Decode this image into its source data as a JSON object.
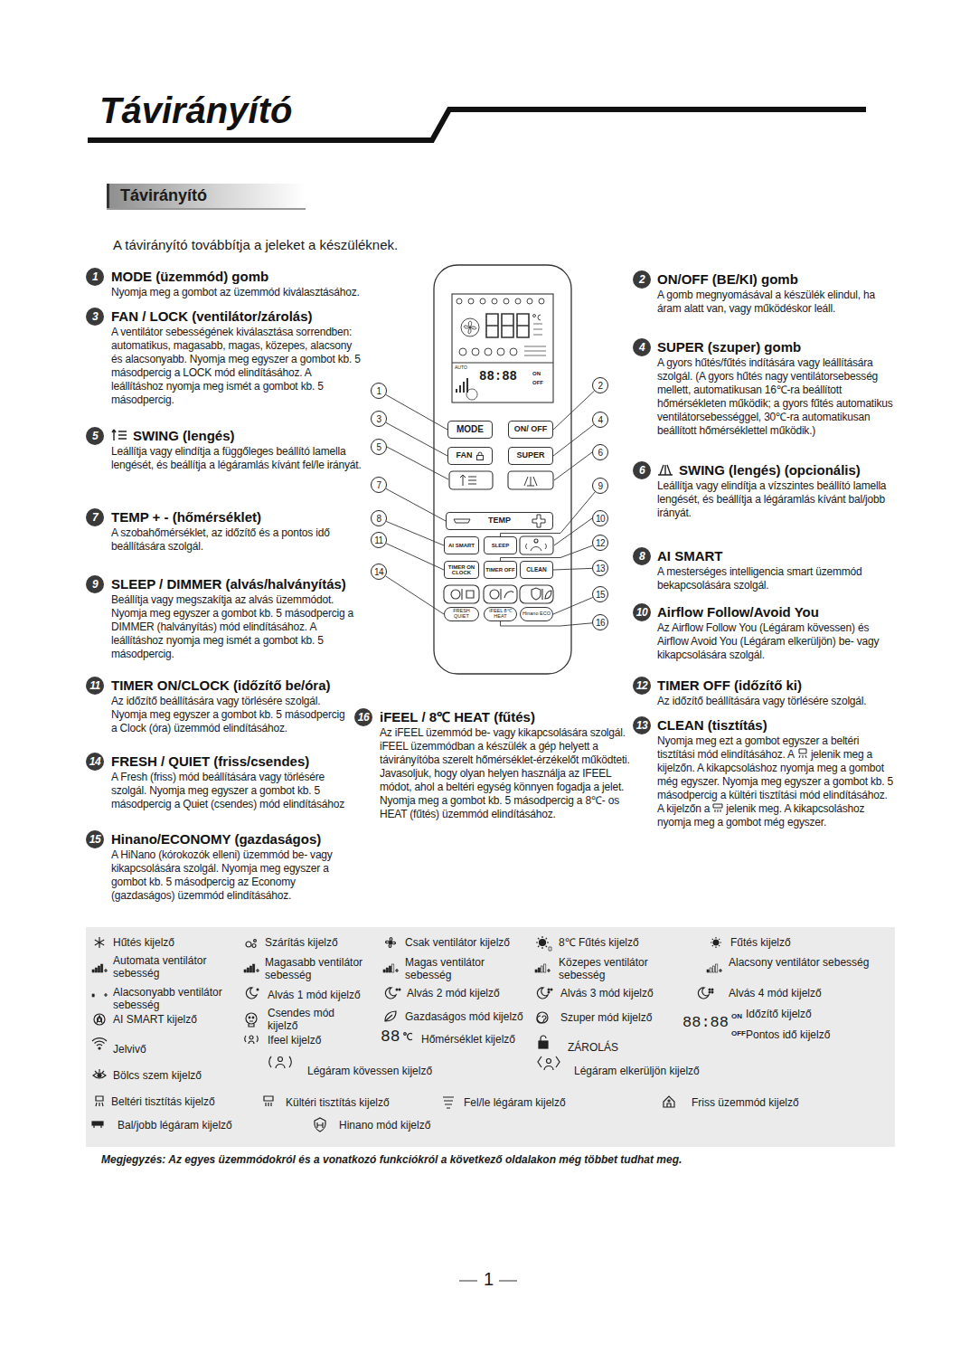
{
  "diagram": {
    "title": "Távirányító",
    "nodes": [
      {
        "text": [
          "Távirányító"
        ]
      },
      {
        "text": [
          "1"
        ]
      },
      {
        "text": [
          "2"
        ]
      },
      {
        "text": [
          "3"
        ]
      },
      {
        "text": [
          "4"
        ]
      },
      {
        "text": [
          "5"
        ]
      },
      {
        "text": [
          "6"
        ]
      },
      {
        "text": [
          "7"
        ]
      },
      {
        "text": [
          "8"
        ]
      },
      {
        "text": [
          "9"
        ]
      },
      {
        "text": [
          "10"
        ]
      },
      {
        "text": [
          "11"
        ]
      },
      {
        "text": [
          "12"
        ]
      },
      {
        "text": [
          "13"
        ]
      },
      {
        "text": [
          "14"
        ]
      },
      {
        "text": [
          "15"
        ]
      },
      {
        "text": [
          "16"
        ]
      },
      {
        "text": [
          "MODE"
        ]
      },
      {
        "text": [
          "ON/ OFF"
        ]
      },
      {
        "text": [
          "FAN"
        ]
      },
      {
        "text": [
          "SUPER"
        ]
      },
      {
        "text": [
          "TEMP"
        ]
      },
      {
        "text": [
          "AI SMART"
        ]
      },
      {
        "text": [
          "SLEEP"
        ]
      },
      {
        "text": [
          "TIMER ON CLOCK"
        ]
      },
      {
        "text": [
          "TIMER OFF"
        ]
      },
      {
        "text": [
          "CLEAN"
        ]
      },
      {
        "text": [
          "FRESH QUIET"
        ]
      },
      {
        "text": [
          "iFEEL 8℃ HEAT"
        ]
      },
      {
        "text": [
          "Hinano ECO"
        ]
      },
      {
        "text": [
          "1"
        ]
      },
      {
        "text": [
          "2"
        ]
      },
      {
        "text": [
          "3"
        ]
      },
      {
        "text": [
          "4"
        ]
      },
      {
        "text": [
          "5"
        ]
      },
      {
        "text": [
          "6"
        ]
      },
      {
        "text": [
          "7"
        ]
      },
      {
        "text": [
          "8"
        ]
      },
      {
        "text": [
          "9"
        ]
      },
      {
        "text": [
          "10"
        ]
      },
      {
        "text": [
          "11"
        ]
      },
      {
        "text": [
          "12"
        ]
      },
      {
        "text": [
          "13"
        ]
      },
      {
        "text": [
          "14"
        ]
      },
      {
        "text": [
          "15"
        ]
      },
      {
        "text": [
          "16"
        ]
      }
    ],
    "edges": [
      {
        "from": 30,
        "to": 17,
        "arrow": "none"
      },
      {
        "from": 31,
        "to": 18,
        "arrow": "none"
      },
      {
        "from": 32,
        "to": 19,
        "arrow": "none"
      },
      {
        "from": 33,
        "to": 20,
        "arrow": "none"
      },
      {
        "from": 36,
        "to": 21,
        "arrow": "none"
      },
      {
        "from": 37,
        "to": 22,
        "arrow": "none"
      },
      {
        "from": 38,
        "to": 23,
        "arrow": "none"
      },
      {
        "from": 40,
        "to": 24,
        "arrow": "none"
      },
      {
        "from": 41,
        "to": 25,
        "arrow": "none"
      },
      {
        "from": 42,
        "to": 26,
        "arrow": "none"
      },
      {
        "from": 43,
        "to": 27,
        "arrow": "none"
      },
      {
        "from": 44,
        "to": 29,
        "arrow": "none"
      },
      {
        "from": 45,
        "to": 28,
        "arrow": "none"
      }
    ],
    "labels": [
      "A távirányító továbbítja a jeleket a készüléknek.",
      "MODE (üzemmód) gomb",
      "Nyomja meg a gombot az üzemmód kiválasztásához.",
      "ON/OFF (BE/KI) gomb",
      "A gomb megnyomásával a készülék elindul, ha áram alatt van, vagy működéskor leáll.",
      "FAN / LOCK (ventilátor/zárolás)",
      "A ventilátor sebességének kiválasztása sorrendben: automatikus, magasabb, magas, közepes, alacsony és alacsonyabb. Nyomja meg egyszer a gombot kb. 5 másodpercig a LOCK mód elindításához. A leállításhoz nyomja meg ismét a gombot kb. 5 másodpercig.",
      "SUPER (szuper) gomb",
      "A gyors hűtés/fűtés indítására vagy leállítására szolgál. (A gyors hűtés nagy ventilátorsebesség mellett, automatikusan 16℃-ra beállított hőmérsékleten működik; a gyors fűtés automatikus ventilátorsebességgel, 30℃-ra automatikusan beállított hőmérséklettel működik.)",
      "SWING (lengés)",
      "Leállítja vagy elindítja a függőleges beállító lamella lengését, és beállítja a légáramlás kívánt fel/le irányát.",
      "SWING (lengés) (opcionális)",
      "Leállítja vagy elindítja a vízszintes beállító lamella lengését, és beállítja a légáramlás kívánt bal/jobb irányát.",
      "TEMP + - (hőmérséklet)",
      "A szobahőmérséklet, az időzítő és a pontos idő beállítására szolgál.",
      "AI SMART",
      "A mesterséges intelligencia smart üzemmód bekapcsolására szolgál.",
      "SLEEP / DIMMER (alvás/halványítás)",
      "Beállítja vagy megszakítja az alvás üzemmódot. Nyomja meg egyszer a gombot kb. 5 másodpercig a DIMMER (halványítás) mód elindításához. A leállításhoz nyomja meg ismét a gombot kb. 5 másodpercig.",
      "Airflow Follow/Avoid You",
      "Az Airflow Follow You (Légáram kövessen) és Airflow Avoid You (Légáram elkerüljön) be- vagy kikapcsolására szolgál.",
      "TIMER ON/CLOCK (időzítő be/óra)",
      "Az időzítő beállítására vagy törlésére szolgál. Nyomja meg egyszer a gombot kb. 5 másodpercig a Clock (óra) üzemmód elindításához.",
      "TIMER OFF (időzítő ki)",
      "Az időzítő beállítására vagy törlésére szolgál.",
      "CLEAN (tisztítás)",
      "Nyomja meg ezt a gombot egyszer a beltéri tisztítási mód elindításához. A",
      "jelenik meg a kijelzőn. A kikapcsoláshoz nyomja meg a gombot még egyszer. Nyomja meg egyszer a gombot kb. 5 másodpercig a kültéri tisztítási mód elindításához. A kijelzőn a",
      "jelenik meg. A kikapcsoláshoz nyomja meg a gombot még egyszer.",
      "FRESH / QUIET (friss/csendes)",
      "A Fresh (friss) mód beállítására vagy törlésére szolgál. Nyomja meg egyszer a gombot kb. 5 másodpercig a Quiet (csendes) mód elindításához",
      "Hinano/ECONOMY (gazdaságos)",
      "A HiNano (kórokozók elleni) üzemmód be- vagy kikapcsolására szolgál. Nyomja meg egyszer a gombot kb. 5 másodpercig az Economy (gazdaságos) üzemmód elindításához.",
      "iFEEL / 8℃ HEAT (fűtés)",
      "Az iFEEL üzemmód be- vagy kikapcsolására szolgál. iFEEL üzemmódban a készülék a gép helyett a távirányítóba szerelt hőmérséklet-érzékelőt működteti. Javasoljuk, hogy olyan helyen használja az IFEEL módot, ahol a beltéri egység könnyen fogadja a jelet. Nyomja meg a gombot kb. 5 másodpercig a 8℃- os HEAT (fűtés) üzemmód elindításához.",
      "AUTO",
      "88:88",
      "ON",
      "OFF",
      "88:88",
      "ON",
      "OFF",
      "88",
      "Megjegyzés: Az egyes üzemmódokról és a vonatkozó funkciókról a következő oldalakon még többet tudhat meg.",
      "1"
    ],
    "legend": [
      {
        "text": "Hűtés kijelző"
      },
      {
        "text": "Szárítás kijelző"
      },
      {
        "text": "Csak ventilátor kijelző"
      },
      {
        "text": "8℃ Fűtés kijelző"
      },
      {
        "text": "Fűtés kijelző"
      },
      {
        "text": "Automata ventilátor sebesség"
      },
      {
        "text": "Magasabb ventilátor sebesség"
      },
      {
        "text": "Magas ventilátor sebesség"
      },
      {
        "text": "Közepes ventilátor sebesség"
      },
      {
        "text": "Alacsony ventilátor sebesség"
      },
      {
        "text": "Alacsonyabb ventilátor sebesség"
      },
      {
        "text": "Alvás 1 mód kijelző"
      },
      {
        "text": "Alvás 2 mód kijelző"
      },
      {
        "text": "Alvás 3 mód kijelző"
      },
      {
        "text": "Alvás 4 mód kijelző"
      },
      {
        "text": "AI SMART kijelző"
      },
      {
        "text": "Csendes mód kijelző"
      },
      {
        "text": "Gazdaságos mód kijelző"
      },
      {
        "text": "Szuper mód kijelző"
      },
      {
        "text": "Időzítő kijelző"
      },
      {
        "text": "Jelvivő"
      },
      {
        "text": "Ifeel kijelző"
      },
      {
        "text": "Hőmérséklet kijelző"
      },
      {
        "text": "ZÁROLÁS"
      },
      {
        "text": "Pontos idő kijelző"
      },
      {
        "text": "Bölcs szem kijelző"
      },
      {
        "text": "Légáram kövessen kijelző"
      },
      {
        "text": "Légáram elkerüljön kijelző"
      },
      {
        "text": "Beltéri tisztítás kijelző"
      },
      {
        "text": "Kültéri tisztítás kijelző"
      },
      {
        "text": "Fel/le légáram kijelző"
      },
      {
        "text": "Friss üzemmód kijelző"
      },
      {
        "text": "Bal/jobb légáram kijelző"
      },
      {
        "text": "Hinano mód kijelző"
      }
    ]
  }
}
